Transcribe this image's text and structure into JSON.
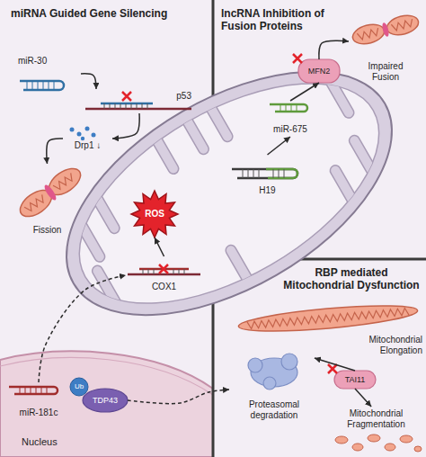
{
  "diagram": {
    "nodes": [
      {
        "text": [
          "miR-30"
        ]
      },
      {
        "text": [
          "p53"
        ]
      },
      {
        "text": [
          "Drp1 ↓"
        ]
      },
      {
        "text": [
          "Fission"
        ]
      },
      {
        "text": [
          "ROS"
        ]
      },
      {
        "text": [
          "COX1"
        ]
      },
      {
        "text": [
          "Nucleus"
        ]
      },
      {
        "text": [
          "miR-181c"
        ],
        "in": 6
      },
      {
        "text": [
          "Ub"
        ],
        "in": 6
      },
      {
        "text": [
          "TDP43"
        ],
        "in": 6
      },
      {
        "text": [
          "Proteasomal degradation"
        ]
      },
      {
        "text": [
          "MFN2"
        ]
      },
      {
        "text": [
          "Impaired Fusion"
        ]
      },
      {
        "text": [
          "miR-675"
        ]
      },
      {
        "text": [
          "H19"
        ]
      },
      {
        "text": [
          "Mitochondrial Elongation"
        ]
      },
      {
        "text": [
          "TAI11"
        ]
      },
      {
        "text": [
          "Mitochondrial Fragmentation"
        ]
      }
    ],
    "edges": [
      {
        "from": 0,
        "to": 1,
        "arrow": "to"
      },
      {
        "from": 1,
        "to": 2,
        "arrow": "to"
      },
      {
        "from": 2,
        "to": 3,
        "arrow": "to"
      },
      {
        "from": 7,
        "to": 5,
        "arrow": "to"
      },
      {
        "from": 5,
        "to": 4,
        "arrow": "to"
      },
      {
        "from": 9,
        "to": 10,
        "arrow": "to"
      },
      {
        "from": 14,
        "to": 13,
        "arrow": "to"
      },
      {
        "from": 13,
        "to": 11,
        "arrow": "to"
      },
      {
        "from": 11,
        "to": 12,
        "arrow": "to"
      },
      {
        "from": 16,
        "to": 15,
        "arrow": "to"
      },
      {
        "from": 16,
        "to": 17,
        "arrow": "to"
      }
    ],
    "labels": [
      "miRNA Guided Gene Silencing",
      "lncRNA Inhibition of Fusion Proteins",
      "RBP mediated Mitochondrial Dysfunction"
    ]
  }
}
